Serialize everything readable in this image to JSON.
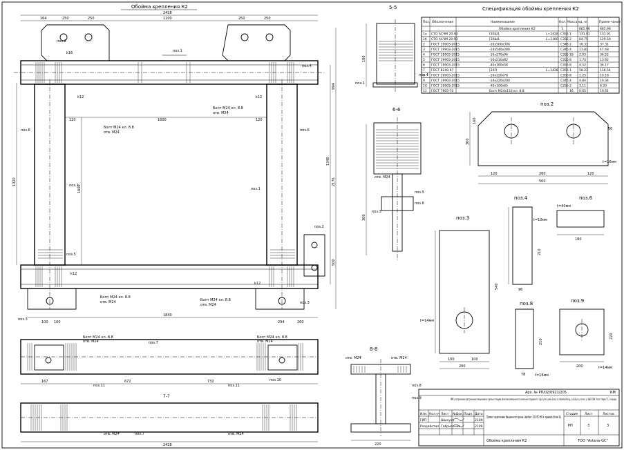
{
  "titles": {
    "main_view": "Обойма крепления К2",
    "section_55": "5-5",
    "section_66": "6-6",
    "section_77": "7-7",
    "section_88": "8-8",
    "spec_title": "Спецификация обоймы крепления К2",
    "pos2": "поз.2",
    "pos3": "поз.3",
    "pos4": "поз.4",
    "pos6": "поз.6",
    "pos8": "поз.8",
    "pos9": "поз.9"
  },
  "main_dims": {
    "overall": "2428",
    "d164": "164",
    "d250a": "250",
    "d250b": "250",
    "d1100": "1100",
    "d250c": "250",
    "d250d": "250",
    "d1600": "1600",
    "d1840": "1840",
    "d120a": "120",
    "d120b": "120",
    "d1320": "1320",
    "d1600v": "1600",
    "d1340": "1340",
    "d2176": "2176",
    "d994": "994",
    "d500": "500",
    "d294": "294",
    "d260": "260",
    "d100a": "100",
    "d100b": "100",
    "d167": "167",
    "d672": "672",
    "d732": "732"
  },
  "callouts": {
    "poz1": "поз.1",
    "poz2": "поз.2",
    "poz3": "поз.3",
    "poz4": "поз.4",
    "poz5": "поз.5",
    "poz6": "поз.6",
    "poz7": "поз.7",
    "poz8": "поз.8",
    "poz9": "поз.9",
    "poz10": "поз.10",
    "poz11": "поз.11",
    "bolt1": "Болт М24 кл. 8.8",
    "bolt2": "отв. М24",
    "k12": "k12",
    "k16": "k16",
    "otv": "отв. М24"
  },
  "spec_table": {
    "headers": [
      "Поз.",
      "Обозначение",
      "Наименование",
      "Кол.",
      "Масса ед. кг",
      "Приме-чание"
    ],
    "group": "Обойма крепления К2",
    "group_qty": "1",
    "group_mass": "665.96",
    "group_note": "665.96",
    "rows": [
      [
        "1а",
        "СТО АСЧМ 20-93",
        "[30Ш1",
        "L=2428",
        "С355",
        "1",
        "131.91",
        "131.91"
      ],
      [
        "1б",
        "СТО АСЧМ 20-93",
        "[30Ш1",
        "L=1160",
        "С355",
        "2",
        "64.75",
        "129.50"
      ],
      [
        "2",
        "ГОСТ 19903-2015",
        "-16х500х300",
        "",
        "С345",
        "2",
        "16.33",
        "37.31"
      ],
      [
        "3",
        "ГОСТ 19903-2015",
        "-14х540х280",
        "",
        "С345",
        "4",
        "11.81",
        "47.48"
      ],
      [
        "4",
        "ГОСТ 19903-2015",
        "-10х270х96",
        "",
        "С355",
        "18",
        "2.03",
        "36.52"
      ],
      [
        "5",
        "ГОСТ 19903-2015",
        "-10х210х82",
        "",
        "С355",
        "8",
        "1.74",
        "13.92"
      ],
      [
        "6",
        "ГОСТ 19903-2015",
        "-40х180х58",
        "",
        "С355",
        "8",
        "4.52",
        "36.17"
      ],
      [
        "7",
        "ГОСТ 8240-97",
        "[24П",
        "L=1428",
        "С355",
        "1",
        "58.23",
        "116.54"
      ],
      [
        "8",
        "ГОСТ 19903-2015",
        "-16х220х78",
        "",
        "С355",
        "8",
        "1.25",
        "10.18"
      ],
      [
        "9",
        "ГОСТ 19903-2015",
        "-14х220х200",
        "",
        "С345",
        "4",
        "4.84",
        "19.34"
      ],
      [
        "10",
        "ГОСТ 19903-2015",
        "-40х100х65",
        "",
        "С255",
        "2",
        "3.11",
        "6.33"
      ],
      [
        "11",
        "ГОСТ 7805-70",
        "Болт М24х110 кл. 8.8",
        "",
        "",
        "16",
        "0.65",
        "10.41"
      ]
    ]
  },
  "stamp": {
    "code": "Арх. № РП/02/0921/205",
    "code_suffix": "КМ",
    "description": "ММК со встроенными-пристроенными помещениями и отдельно стоящими объектами коммерческого назначения в парадном 9 г. Нур-Султан, район Есиль, пр. Кабанбай батыр, уч. №38 и уч. (склон), уч. №61 (ПЖК \"Аспан\" сборки \"Б\", 2 очереди)",
    "project": "Проект крепления башенного крана Liebherr 132 EC-H8 к зданию (блок Б)",
    "sheet_title": "Обойма крепления К2",
    "company": "ТОО \"Astana-GC\"",
    "col_izm": "Изм.",
    "col_kol": "Кол.уч",
    "col_list": "Лист",
    "col_ndok": "№Док.",
    "col_podp": "Подп.",
    "col_data": "Дата",
    "role1": "ГИП",
    "name1": "Шыкуев",
    "date1": "2109",
    "role2": "Разработал",
    "name2": "Габриленко",
    "date2": "2109",
    "stadia_label": "Стадия",
    "list_label": "Лист",
    "listov_label": "Листов",
    "stadia": "РП",
    "list": "3",
    "listov": "3"
  },
  "detail_dims": {
    "pos2_500": "500",
    "pos2_120a": "120",
    "pos2_260": "260",
    "pos2_120b": "120",
    "pos2_300": "300",
    "pos2_160": "160",
    "pos2_50": "50",
    "pos2_t": "t=16мм",
    "pos3_540": "540",
    "pos3_200": "200",
    "pos3_100a": "100",
    "pos3_100b": "100",
    "pos3_t": "t=14мм",
    "pos4_210": "210",
    "pos4_96": "96",
    "pos4_t": "t=10мм",
    "pos6_180": "180",
    "pos6_t": "t=40мм",
    "pos8_210": "210",
    "pos8_78": "78",
    "pos8_t": "t=16мм",
    "pos9_200": "200",
    "pos9_220": "220",
    "pos9_t": "t=14мм",
    "sec88_220": "220",
    "sec66_300": "300"
  }
}
